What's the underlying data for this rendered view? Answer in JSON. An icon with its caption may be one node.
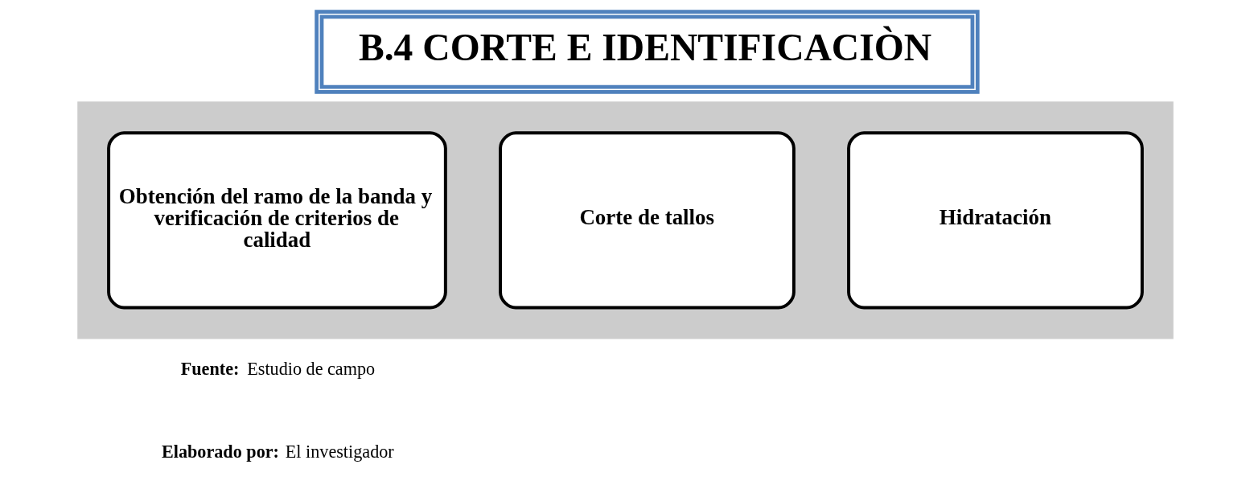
{
  "diagram": {
    "nodes": [
      {
        "text": [],
        "shape": "arrow"
      },
      {
        "text": [
          "B.4 CORTE E IDENTIFICACIÒN"
        ]
      },
      {
        "text": [
          "Obtención del ramo de la banda y verificación de criterios de calidad"
        ],
        "in": 0
      },
      {
        "text": [
          "Corte de tallos"
        ],
        "in": 0
      },
      {
        "text": [
          "Hidratación"
        ],
        "in": 0
      }
    ],
    "edges": [],
    "labels": [
      "**Fuente:** Estudio de campo",
      "**Elaborado por:** El investigador"
    ]
  }
}
